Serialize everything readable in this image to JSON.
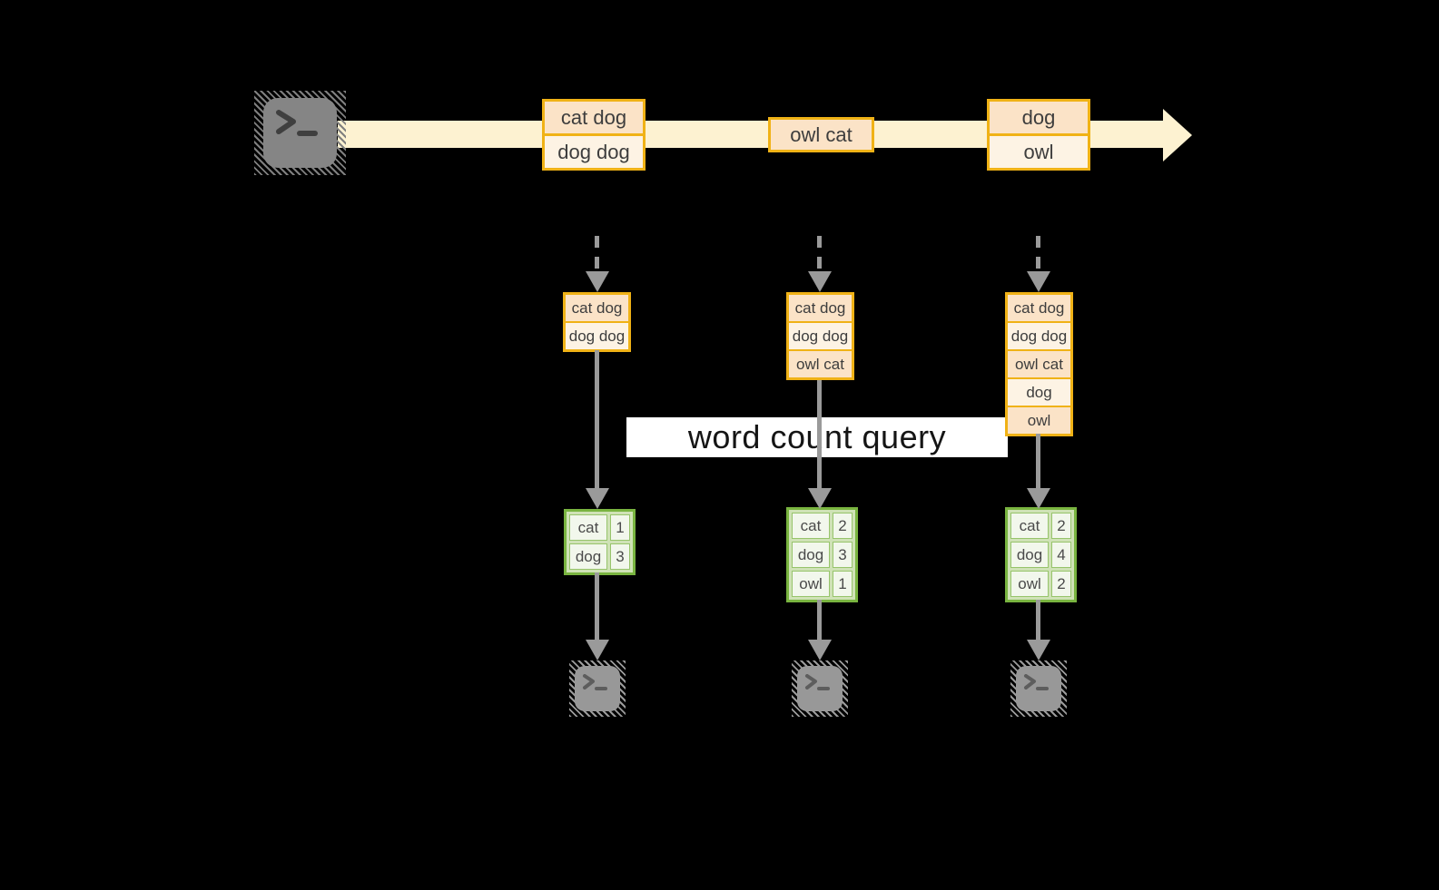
{
  "banner": {
    "label": "word count query"
  },
  "stream": {
    "windows": [
      {
        "cells": [
          "cat dog",
          "dog dog"
        ]
      },
      {
        "cells": [
          "owl cat"
        ]
      },
      {
        "cells": [
          "dog",
          "owl"
        ]
      }
    ]
  },
  "tasks": [
    {
      "buffer": [
        "cat dog",
        "dog dog"
      ],
      "counts": [
        [
          "cat",
          "1"
        ],
        [
          "dog",
          "3"
        ]
      ]
    },
    {
      "buffer": [
        "cat dog",
        "dog dog",
        "owl cat"
      ],
      "counts": [
        [
          "cat",
          "2"
        ],
        [
          "dog",
          "3"
        ],
        [
          "owl",
          "1"
        ]
      ]
    },
    {
      "buffer": [
        "cat dog",
        "dog dog",
        "owl cat",
        "dog",
        "owl"
      ],
      "counts": [
        [
          "cat",
          "2"
        ],
        [
          "dog",
          "4"
        ],
        [
          "owl",
          "2"
        ]
      ]
    }
  ],
  "colors": {
    "background": "#000000",
    "stream_band": "#fdf2d1",
    "box_border": "#f0b216",
    "box_fill_dark": "#fbe3c7",
    "box_fill_light": "#fdf3e4",
    "table_border": "#79b440",
    "table_fill": "#f2f7ec",
    "arrow_gray": "#9a9a9a",
    "terminal_gray": "#858585"
  }
}
